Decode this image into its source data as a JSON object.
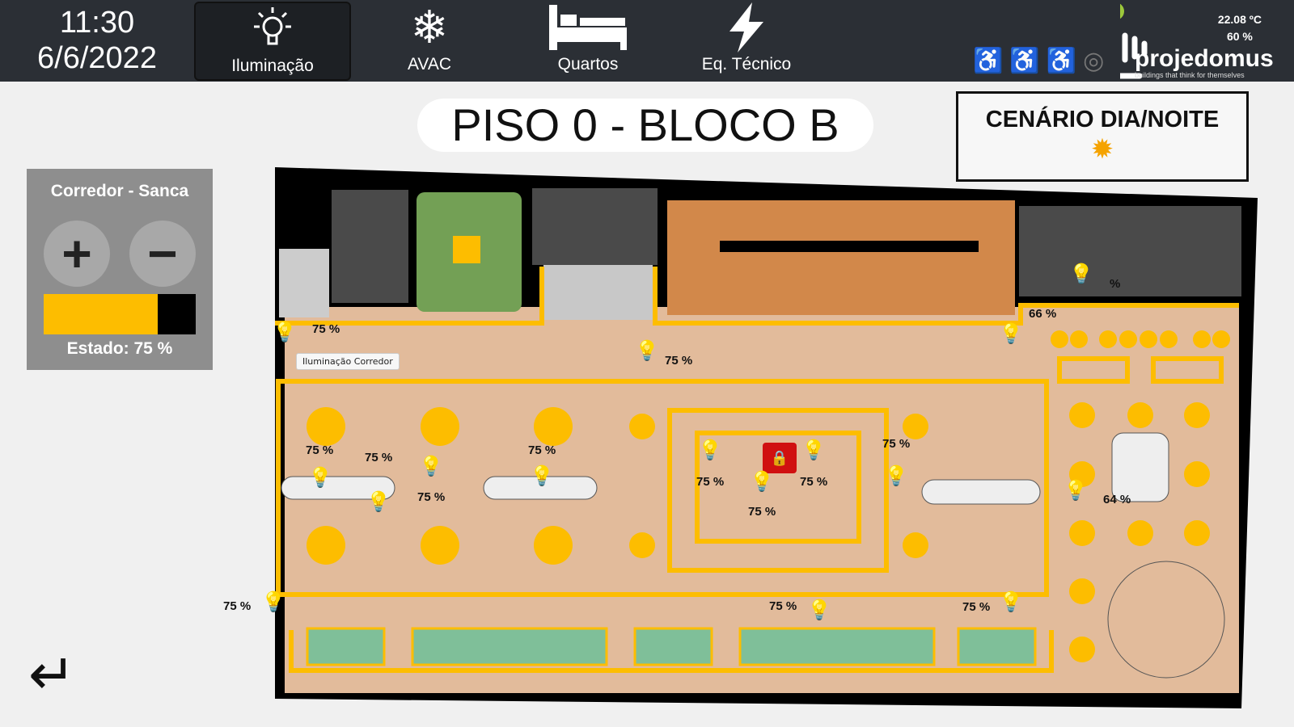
{
  "header": {
    "time": "11:30",
    "date": "6/6/2022",
    "temperature": "22.08 ºC",
    "humidity": "60 %",
    "nav": [
      {
        "label": "Iluminação",
        "icon": "lightbulb-icon",
        "active": true
      },
      {
        "label": "AVAC",
        "icon": "snowflake-sun-icon"
      },
      {
        "label": "Quartos",
        "icon": "bed-icon"
      },
      {
        "label": "Eq. Técnico",
        "icon": "lightning-icon"
      }
    ],
    "logo": {
      "name": "projedomus",
      "tagline": "buildings that think for themselves"
    }
  },
  "page_title": "PISO 0 - BLOCO B",
  "scenario": {
    "label": "CENÁRIO DIA/NOITE",
    "icon": "sun-icon"
  },
  "control_panel": {
    "title": "Corredor - Sanca",
    "plus": "+",
    "minus": "−",
    "level_percent": 75,
    "status": "Estado: 75 %"
  },
  "tooltip": "Iluminação Corredor",
  "lamps": [
    "75 %",
    "75 %",
    "%",
    "66 %",
    "75 %",
    "75 %",
    "75 %",
    "75 %",
    "75 %",
    "75 %",
    "75 %",
    "75 %",
    "64 %",
    "75 %",
    "75 %",
    "75 %"
  ],
  "colors": {
    "accent": "#fdbd00",
    "floor": "#e2bb9b",
    "topbar": "#2b2f35"
  }
}
